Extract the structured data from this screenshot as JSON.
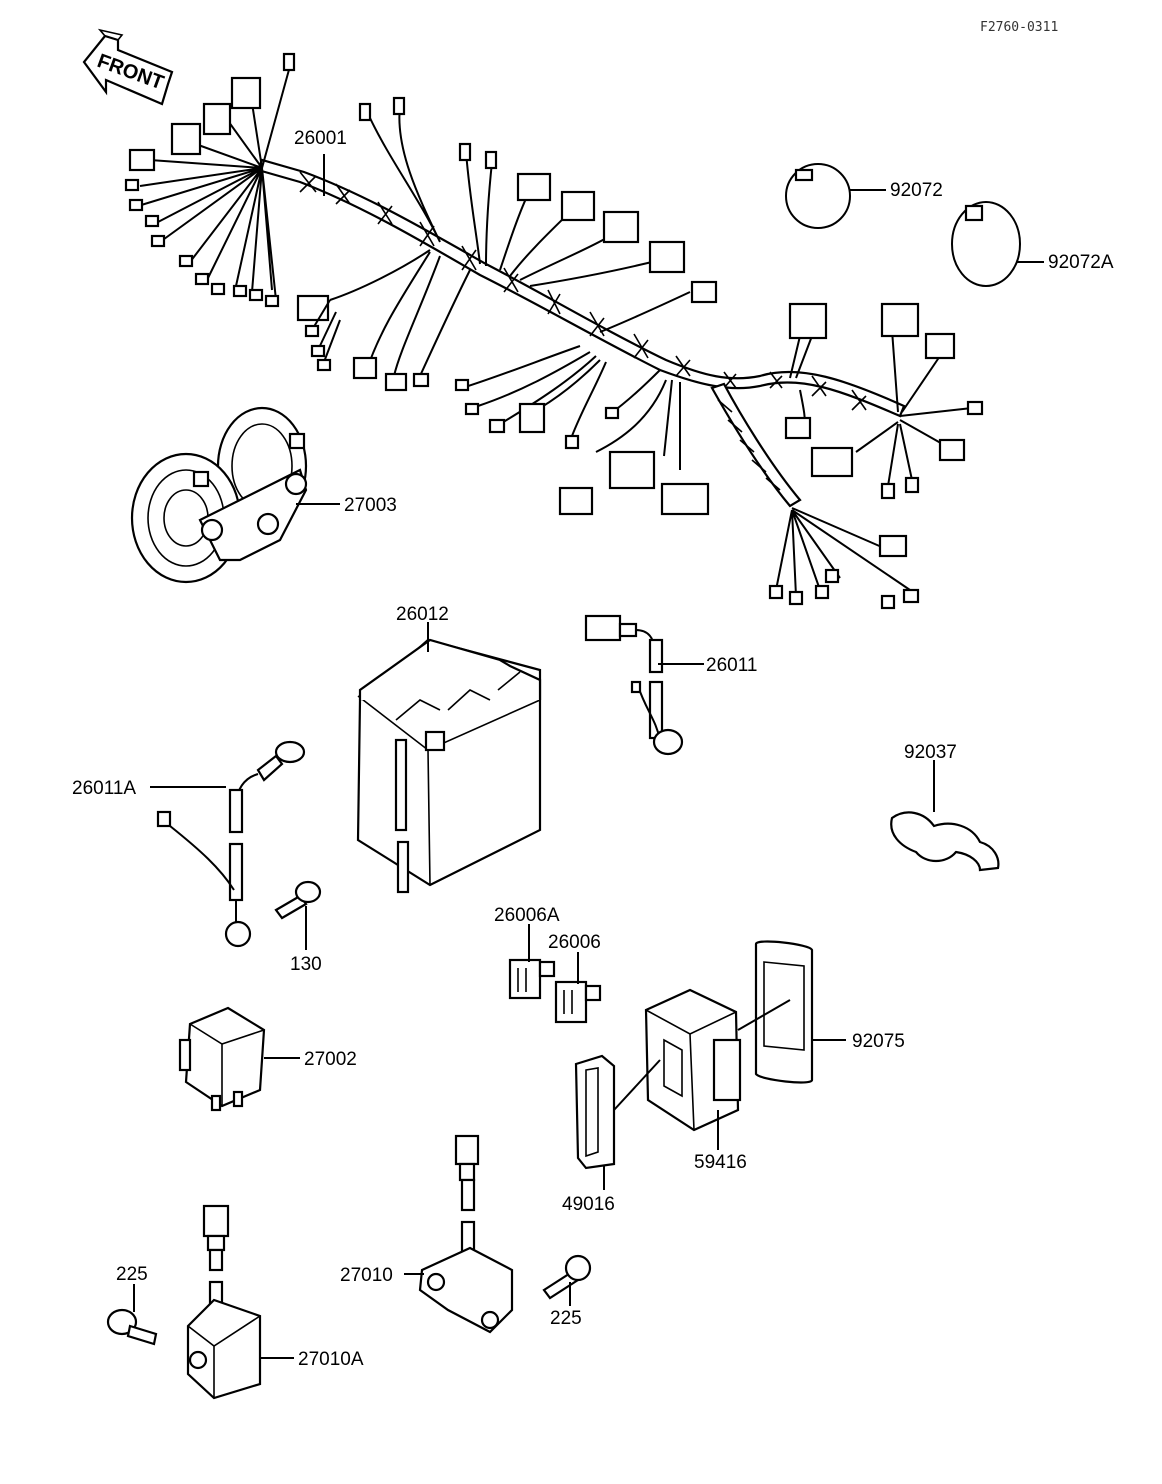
{
  "figure_ref": "F2760-0311",
  "front_label": "FRONT",
  "labels": {
    "harness": "26001",
    "band_a": "92072",
    "band_b": "92072A",
    "horn": "27003",
    "battery": "26012",
    "lead": "26011",
    "lead_a": "26011A",
    "clamp": "92037",
    "bolt_130": "130",
    "fuse_a": "26006A",
    "fuse": "26006",
    "relay": "27002",
    "cover": "92075",
    "junction_box": "59416",
    "bracket": "49016",
    "sensor": "27010",
    "screw_right": "225",
    "screw_left": "225",
    "sensor_a": "27010A"
  }
}
